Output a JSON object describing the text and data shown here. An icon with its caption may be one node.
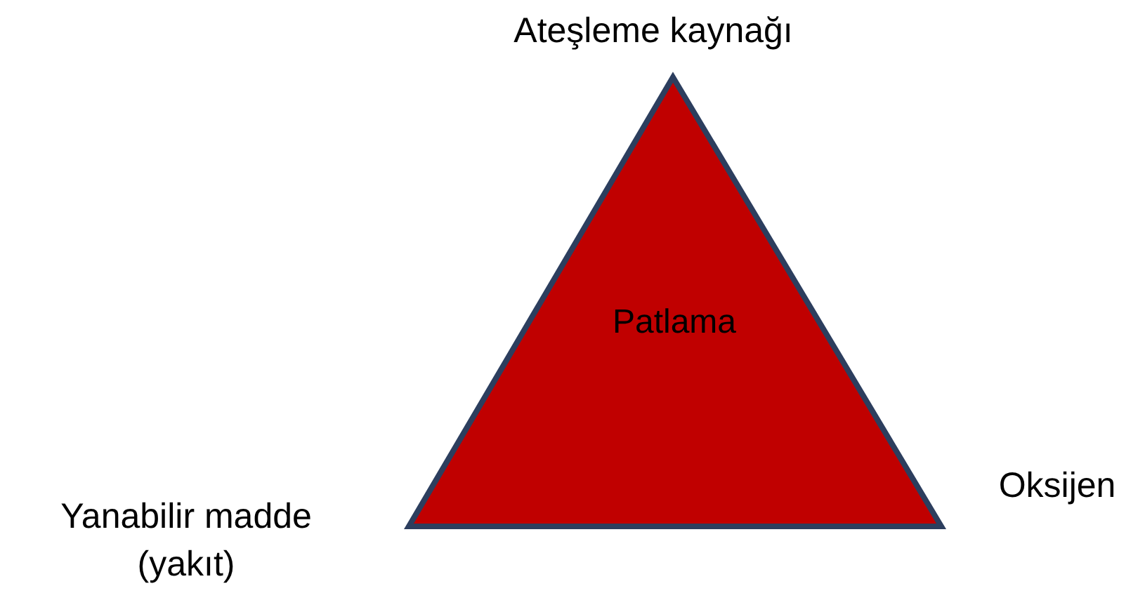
{
  "diagram": {
    "nodes": [
      {
        "text": [
          "Patlama"
        ]
      }
    ],
    "labels": [
      "Ateşleme kaynağı",
      "Oksijen",
      "Yanabilir madde (yakıt)"
    ]
  }
}
